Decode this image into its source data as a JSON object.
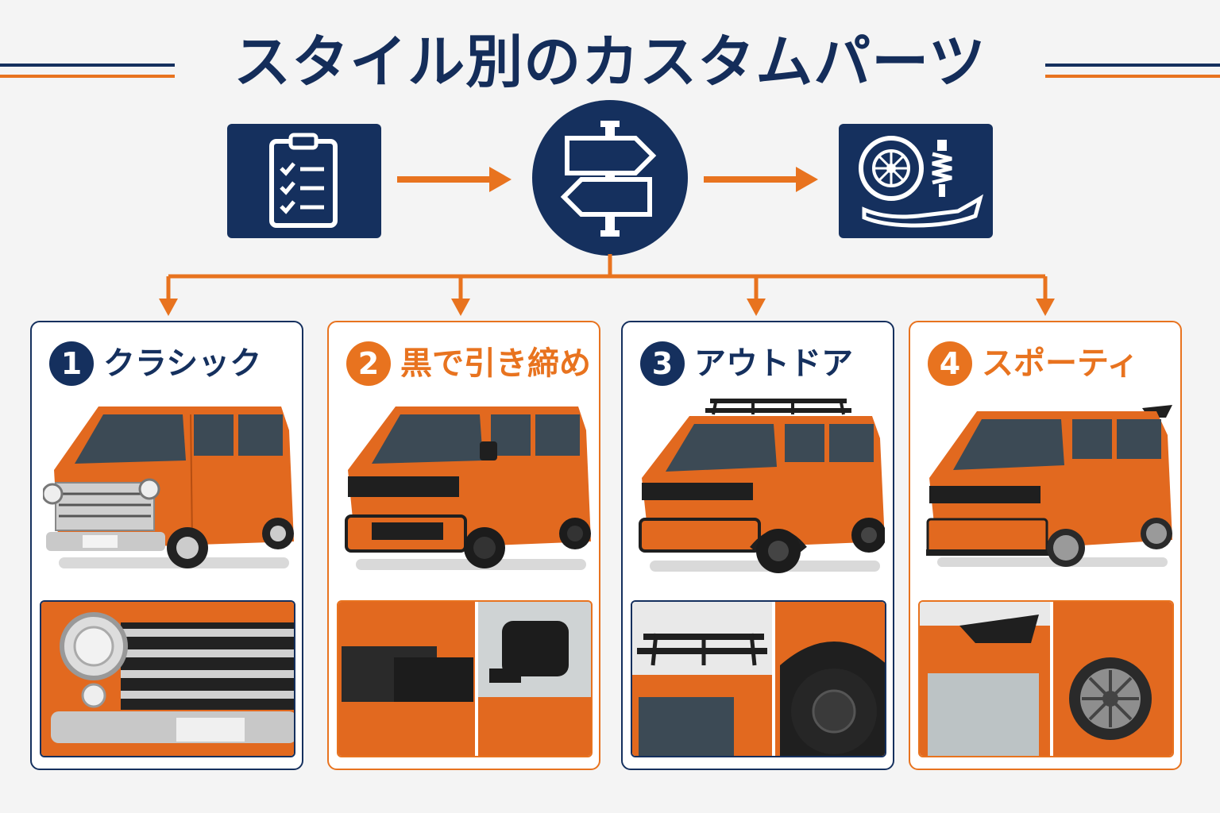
{
  "title": "スタイル別のカスタムパーツ",
  "colors": {
    "navy": "#15305e",
    "orange": "#e8731f",
    "background": "#f4f4f4",
    "van_body": "#e2691f"
  },
  "flow": {
    "steps": [
      {
        "icon": "clipboard-checklist-icon"
      },
      {
        "icon": "signpost-icon"
      },
      {
        "icon": "wheel-and-suspension-parts-icon"
      }
    ]
  },
  "styles": [
    {
      "number": "1",
      "label": "クラシック",
      "accent": "navy",
      "details": [
        "chrome-grille-round-headlight",
        "chrome-bumper"
      ]
    },
    {
      "number": "2",
      "label": "黒で引き締め",
      "accent": "orange",
      "details": [
        "blacked-out-tail-light",
        "black-door-mirror"
      ]
    },
    {
      "number": "3",
      "label": "アウトドア",
      "accent": "navy",
      "details": [
        "roof-rack",
        "all-terrain-tire-fender-flare"
      ]
    },
    {
      "number": "4",
      "label": "スポーティ",
      "accent": "orange",
      "details": [
        "rear-spoiler",
        "alloy-wheel-lowered"
      ]
    }
  ]
}
